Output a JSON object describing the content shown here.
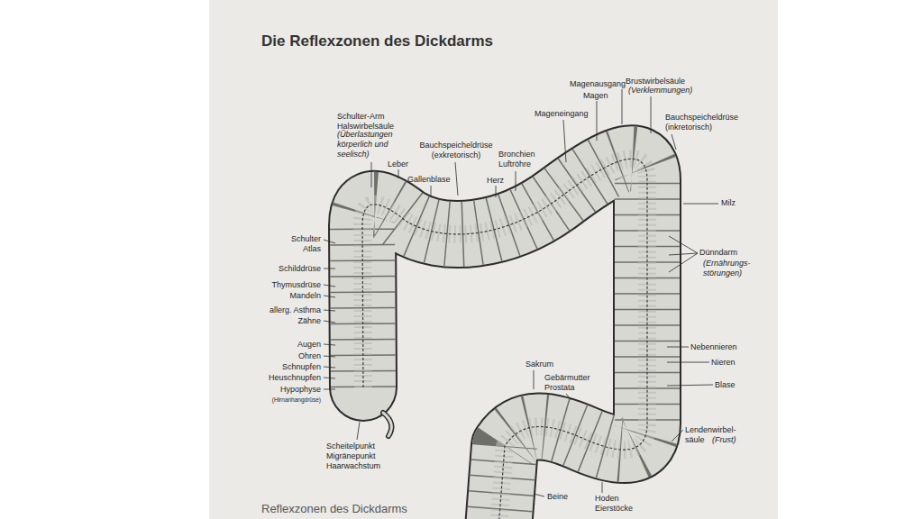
{
  "diagram": {
    "title": "Die Reflexzonen des Dickdarms",
    "caption": "Reflexzonen des Dickdarms",
    "labels": [
      "Magenausgang",
      "Brustwirbelsäule",
      "(Verklemmungen)",
      "Magen",
      "Mageneingang",
      "Schulter-Arm Halswirbelsäule",
      "(Überlastungen körperlich und seelisch)",
      "Bauchspeicheldrüse (inkretorisch)",
      "Bauchspeicheldrüse (exkretorisch)",
      "Bronchien Luftröhre",
      "Leber",
      "Gallenblase",
      "Herz",
      "Milz",
      "Schulter Atlas",
      "Dünndarm",
      "(Ernährungs- störungen)",
      "Schilddrüse",
      "Thymusdrüse",
      "Mandeln",
      "allerg. Asthma",
      "Zähne",
      "Augen",
      "Ohren",
      "Nebennieren",
      "Sakrum",
      "Nieren",
      "Schnupfen",
      "Gebärmutter Prostata",
      "Heuschnupfen",
      "Blase",
      "Hypophyse",
      "(Hirnanhangdrüse)",
      "Lendenwirbel- säule",
      "(Frust)",
      "Scheitelpunkt Migränepunkt Haarwachstum",
      "Beine",
      "Hoden Eierstöcke"
    ]
  }
}
